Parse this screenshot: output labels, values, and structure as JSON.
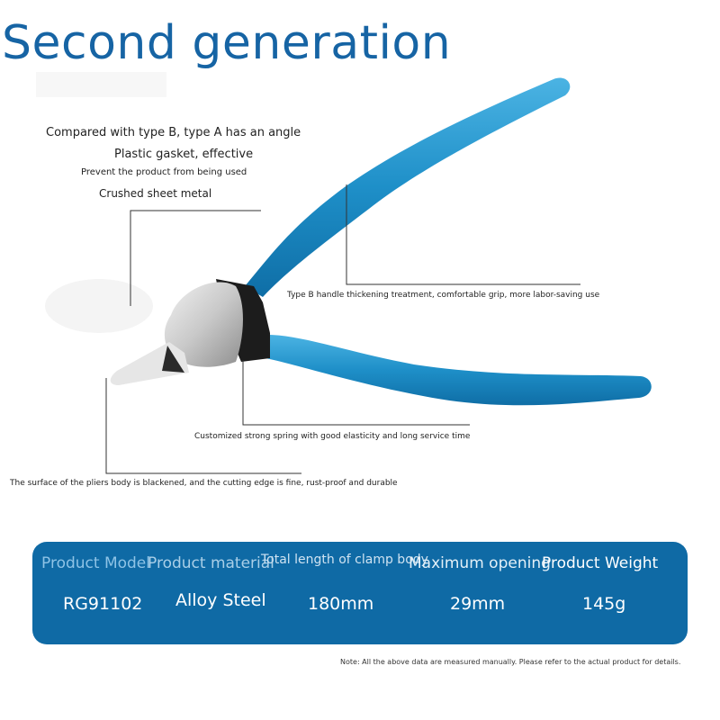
{
  "title": "Second generation",
  "annotations": {
    "angle": "Compared with type B, type A has an angle",
    "gasket": "Plastic gasket, effective",
    "prevent": "Prevent the product from being used",
    "crushed": "Crushed sheet metal",
    "handle": "Type B handle thickening treatment, comfortable grip, more labor-saving use",
    "spring": "Customized strong spring with good elasticity and long service time",
    "surface": "The surface of the pliers body is blackened, and the cutting edge is fine, rust-proof and durable"
  },
  "specs": {
    "headers": [
      "Product Model",
      "Product material",
      "Total length of clamp body",
      "Maximum opening",
      "Product Weight"
    ],
    "values": [
      "RG91102",
      "Alloy Steel",
      "180mm",
      "29mm",
      "145g"
    ]
  },
  "note": "Note: All the above data are measured manually. Please refer to the actual product for details.",
  "colors": {
    "brand_blue": "#1664a4",
    "card_blue": "#0f6aa5",
    "handle_blue": "#1e8fc8"
  },
  "product_image": "pliers-illustration"
}
